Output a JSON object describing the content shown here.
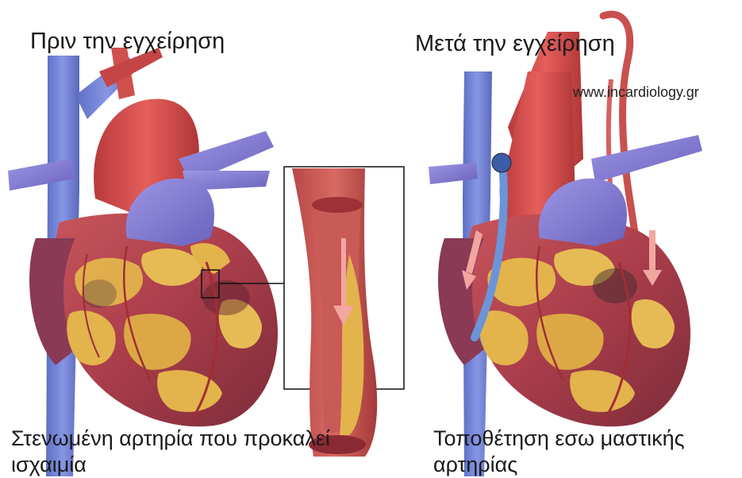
{
  "panels": {
    "before": {
      "title": "Πριν την εγχείρηση"
    },
    "after": {
      "title": "Μετά την εγχείρηση"
    }
  },
  "watermark": "www.incardiology.gr",
  "captions": {
    "left": [
      "Στενωμένη αρτηρία που προκαλεί",
      "ισχαιμία"
    ],
    "right": [
      "Τοποθέτηση εσω μαστικής",
      "αρτηρίας"
    ]
  },
  "colors": {
    "myocardium": "#b0404a",
    "fat": "#e3b34c",
    "aorta": "#d84a4a",
    "vein": "#6f7fd6",
    "pulmonary": "#8b84d8",
    "graft": "#6b95d8"
  }
}
